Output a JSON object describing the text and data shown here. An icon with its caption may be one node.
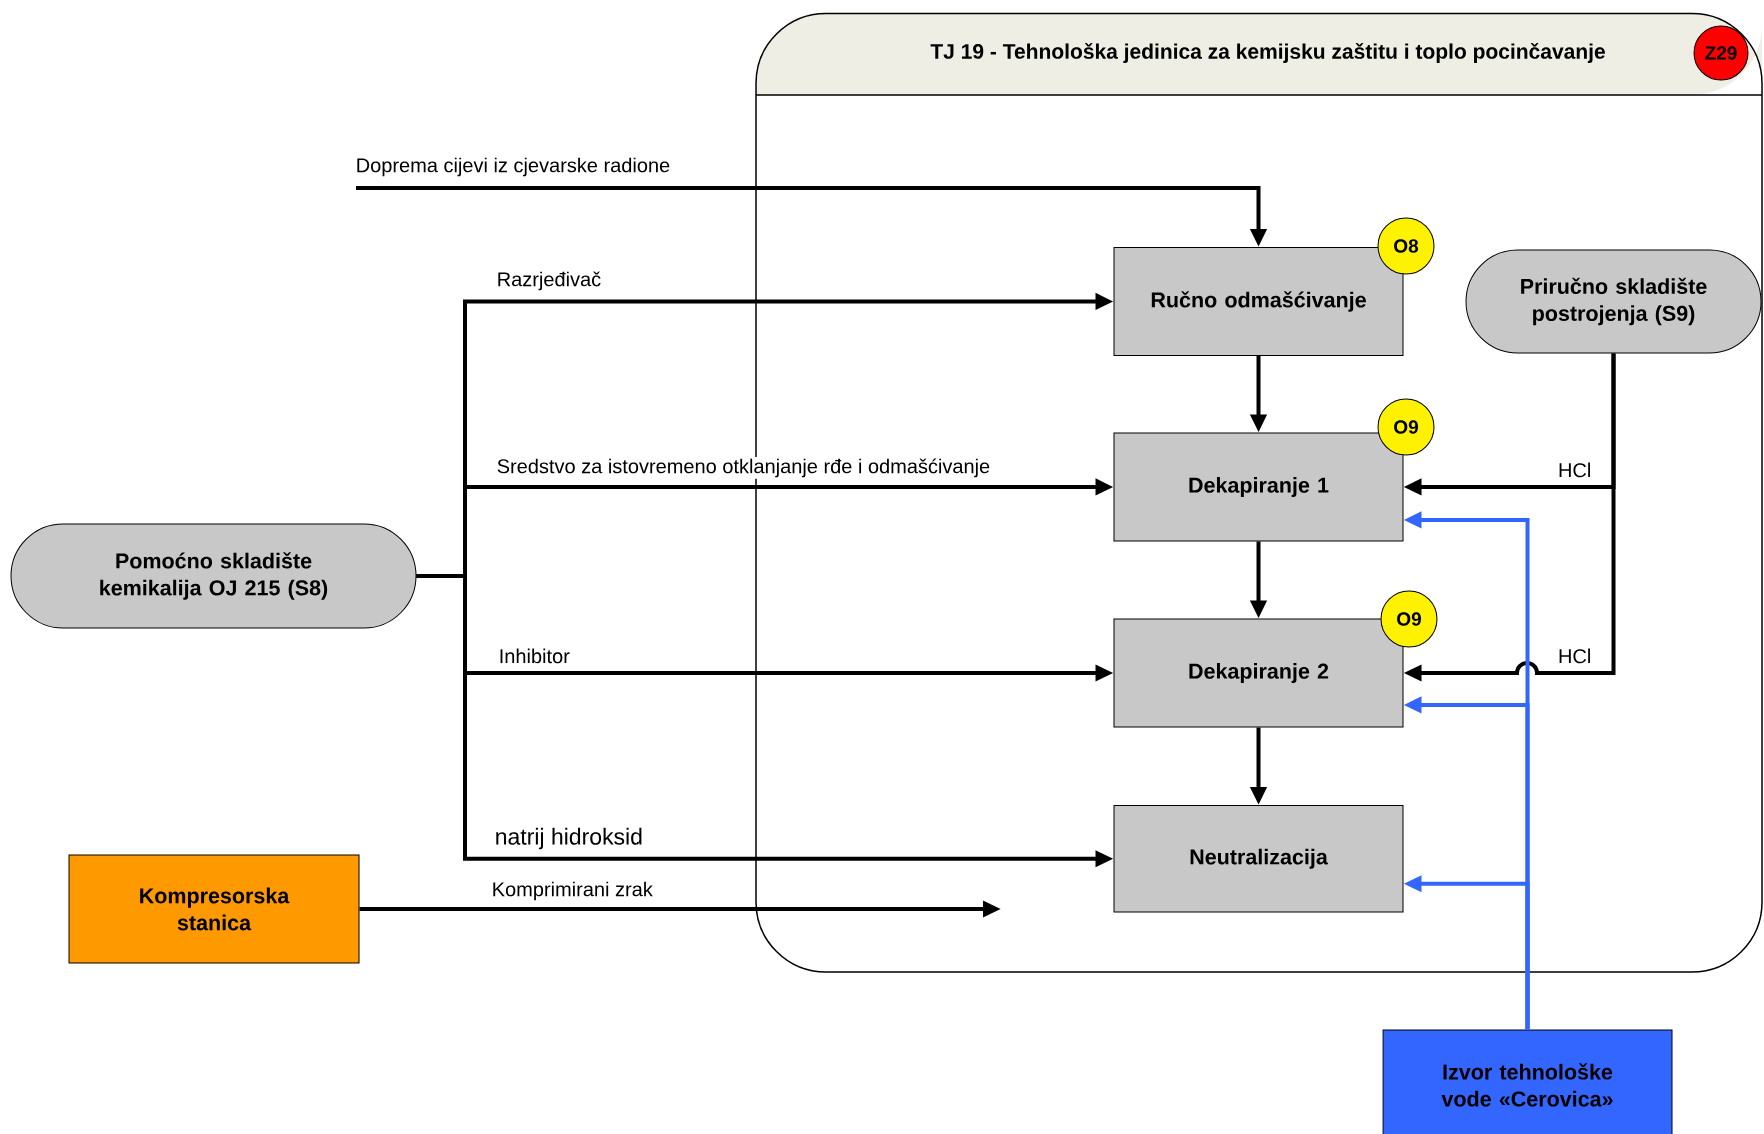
{
  "diagram": {
    "nodes": [
      {
        "text": [
          "TJ 19 - Tehnološka jedinica za kemijsku zaštitu i toplo pocinčavanje"
        ]
      },
      {
        "text": [
          "Z29"
        ],
        "in": 0
      },
      {
        "text": [
          "Ručno odmašćivanje"
        ],
        "in": 0
      },
      {
        "text": [
          "O8"
        ],
        "in": 0
      },
      {
        "text": [
          "Priručno skladište postrojenja (S9)"
        ],
        "in": 0
      },
      {
        "text": [
          "Dekapiranje 1"
        ],
        "in": 0
      },
      {
        "text": [
          "O9"
        ],
        "in": 0
      },
      {
        "text": [
          "Dekapiranje 2"
        ],
        "in": 0
      },
      {
        "text": [
          "O9"
        ],
        "in": 0
      },
      {
        "text": [
          "Neutralizacija"
        ],
        "in": 0
      },
      {
        "text": [
          "Pomoćno skladište kemikalija OJ 215 (S8)"
        ]
      },
      {
        "text": [
          "Kompresorska stanica"
        ]
      },
      {
        "text": [
          "Izvor tehnološke vode «Cerovica»"
        ]
      }
    ],
    "edges": [
      {
        "from": null,
        "to": 2,
        "arrow": "to",
        "label": "Doprema cijevi iz cjevarske radione"
      },
      {
        "from": 10,
        "to": 2,
        "arrow": "to",
        "label": "Razrjeđivač"
      },
      {
        "from": 10,
        "to": 5,
        "arrow": "to",
        "label": "Sredstvo za istovremeno otklanjanje rđe i odmašćivanje"
      },
      {
        "from": 10,
        "to": 7,
        "arrow": "to",
        "label": "Inhibitor"
      },
      {
        "from": 10,
        "to": 9,
        "arrow": "to",
        "label": "natrij hidroksid"
      },
      {
        "from": 2,
        "to": 5,
        "arrow": "to"
      },
      {
        "from": 5,
        "to": 7,
        "arrow": "to"
      },
      {
        "from": 7,
        "to": 9,
        "arrow": "to"
      },
      {
        "from": 4,
        "to": 5,
        "arrow": "to",
        "label": "HCl"
      },
      {
        "from": 4,
        "to": 7,
        "arrow": "to",
        "label": "HCl"
      },
      {
        "from": 12,
        "to": 5,
        "arrow": "to",
        "color": "#3366ff"
      },
      {
        "from": 12,
        "to": 7,
        "arrow": "to",
        "color": "#3366ff"
      },
      {
        "from": 12,
        "to": 9,
        "arrow": "to",
        "color": "#3366ff"
      },
      {
        "from": 11,
        "to": null,
        "arrow": "to",
        "label": "Komprimirani zrak"
      }
    ]
  }
}
